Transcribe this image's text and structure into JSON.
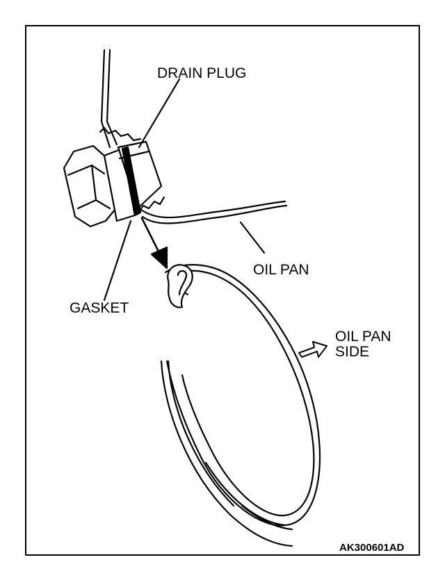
{
  "labels": {
    "drain_plug": "DRAIN PLUG",
    "oil_pan": "OIL PAN",
    "gasket": "GASKET",
    "oil_pan_side_line1": "OIL PAN",
    "oil_pan_side_line2": "SIDE"
  },
  "figure_code": "AK300601AD",
  "icons": {
    "install_direction": "down-arrow-icon",
    "side_indicator": "outline-arrow-icon"
  }
}
